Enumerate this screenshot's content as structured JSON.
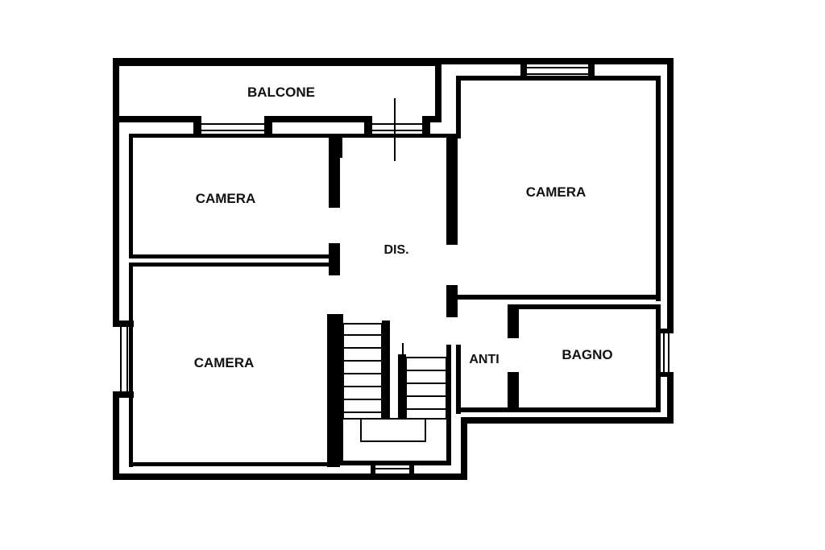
{
  "floor_plan": {
    "colors": {
      "wall": "#000000",
      "background": "#ffffff",
      "text": "#111111"
    },
    "rooms": {
      "balcone": "BALCONE",
      "camera_top_left": "CAMERA",
      "camera_top_right": "CAMERA",
      "camera_bottom_left": "CAMERA",
      "disimpegno": "DIS.",
      "anti": "ANTI",
      "bagno": "BAGNO"
    }
  }
}
